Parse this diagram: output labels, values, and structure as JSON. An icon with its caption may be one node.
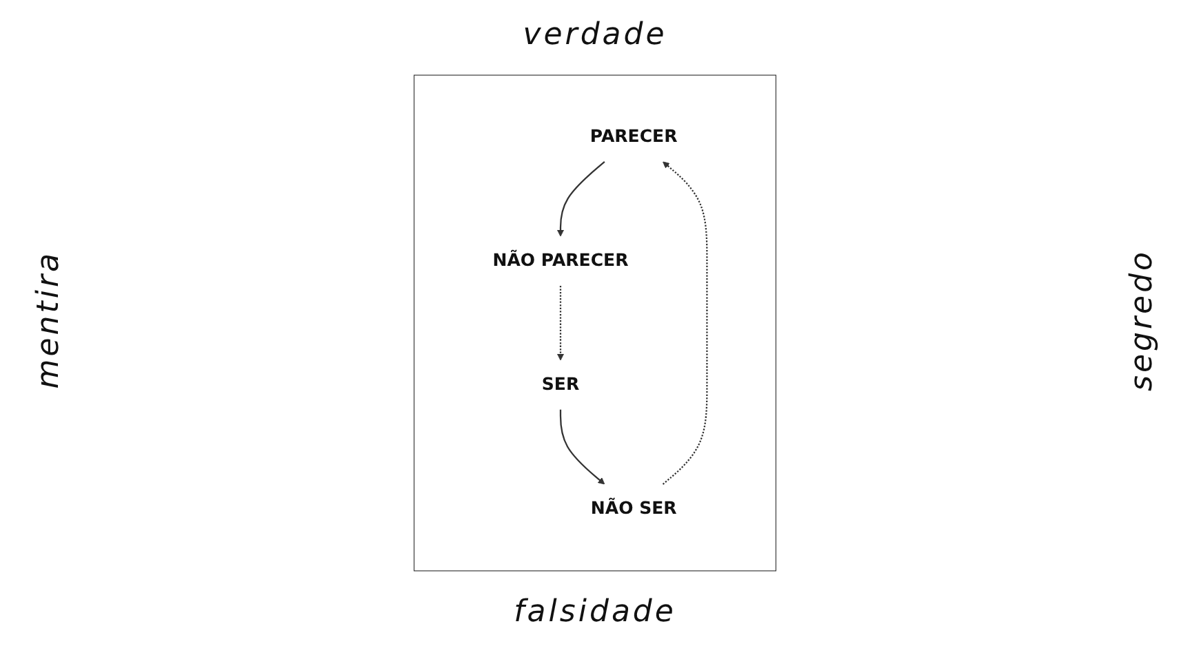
{
  "diagram": {
    "nodes": [
      {
        "text": [],
        "shape": "box"
      },
      {
        "text": [
          "PARECER"
        ],
        "in": 0
      },
      {
        "text": [
          "SER"
        ],
        "in": 0
      },
      {
        "text": [
          "NÃO SER"
        ],
        "in": 0
      },
      {
        "text": [
          "NÃO PARECER"
        ],
        "in": 0
      }
    ],
    "edges": [
      {
        "from": 1,
        "to": 4,
        "arrow": "to"
      },
      {
        "from": 2,
        "to": 3,
        "arrow": "to"
      },
      {
        "from": 3,
        "to": 1,
        "arrow": "to",
        "style": "dashed"
      },
      {
        "from": 4,
        "to": 2,
        "arrow": "to",
        "style": "dashed"
      }
    ],
    "labels": [
      "verdade",
      "mentira",
      "segredo",
      "falsidade"
    ]
  }
}
